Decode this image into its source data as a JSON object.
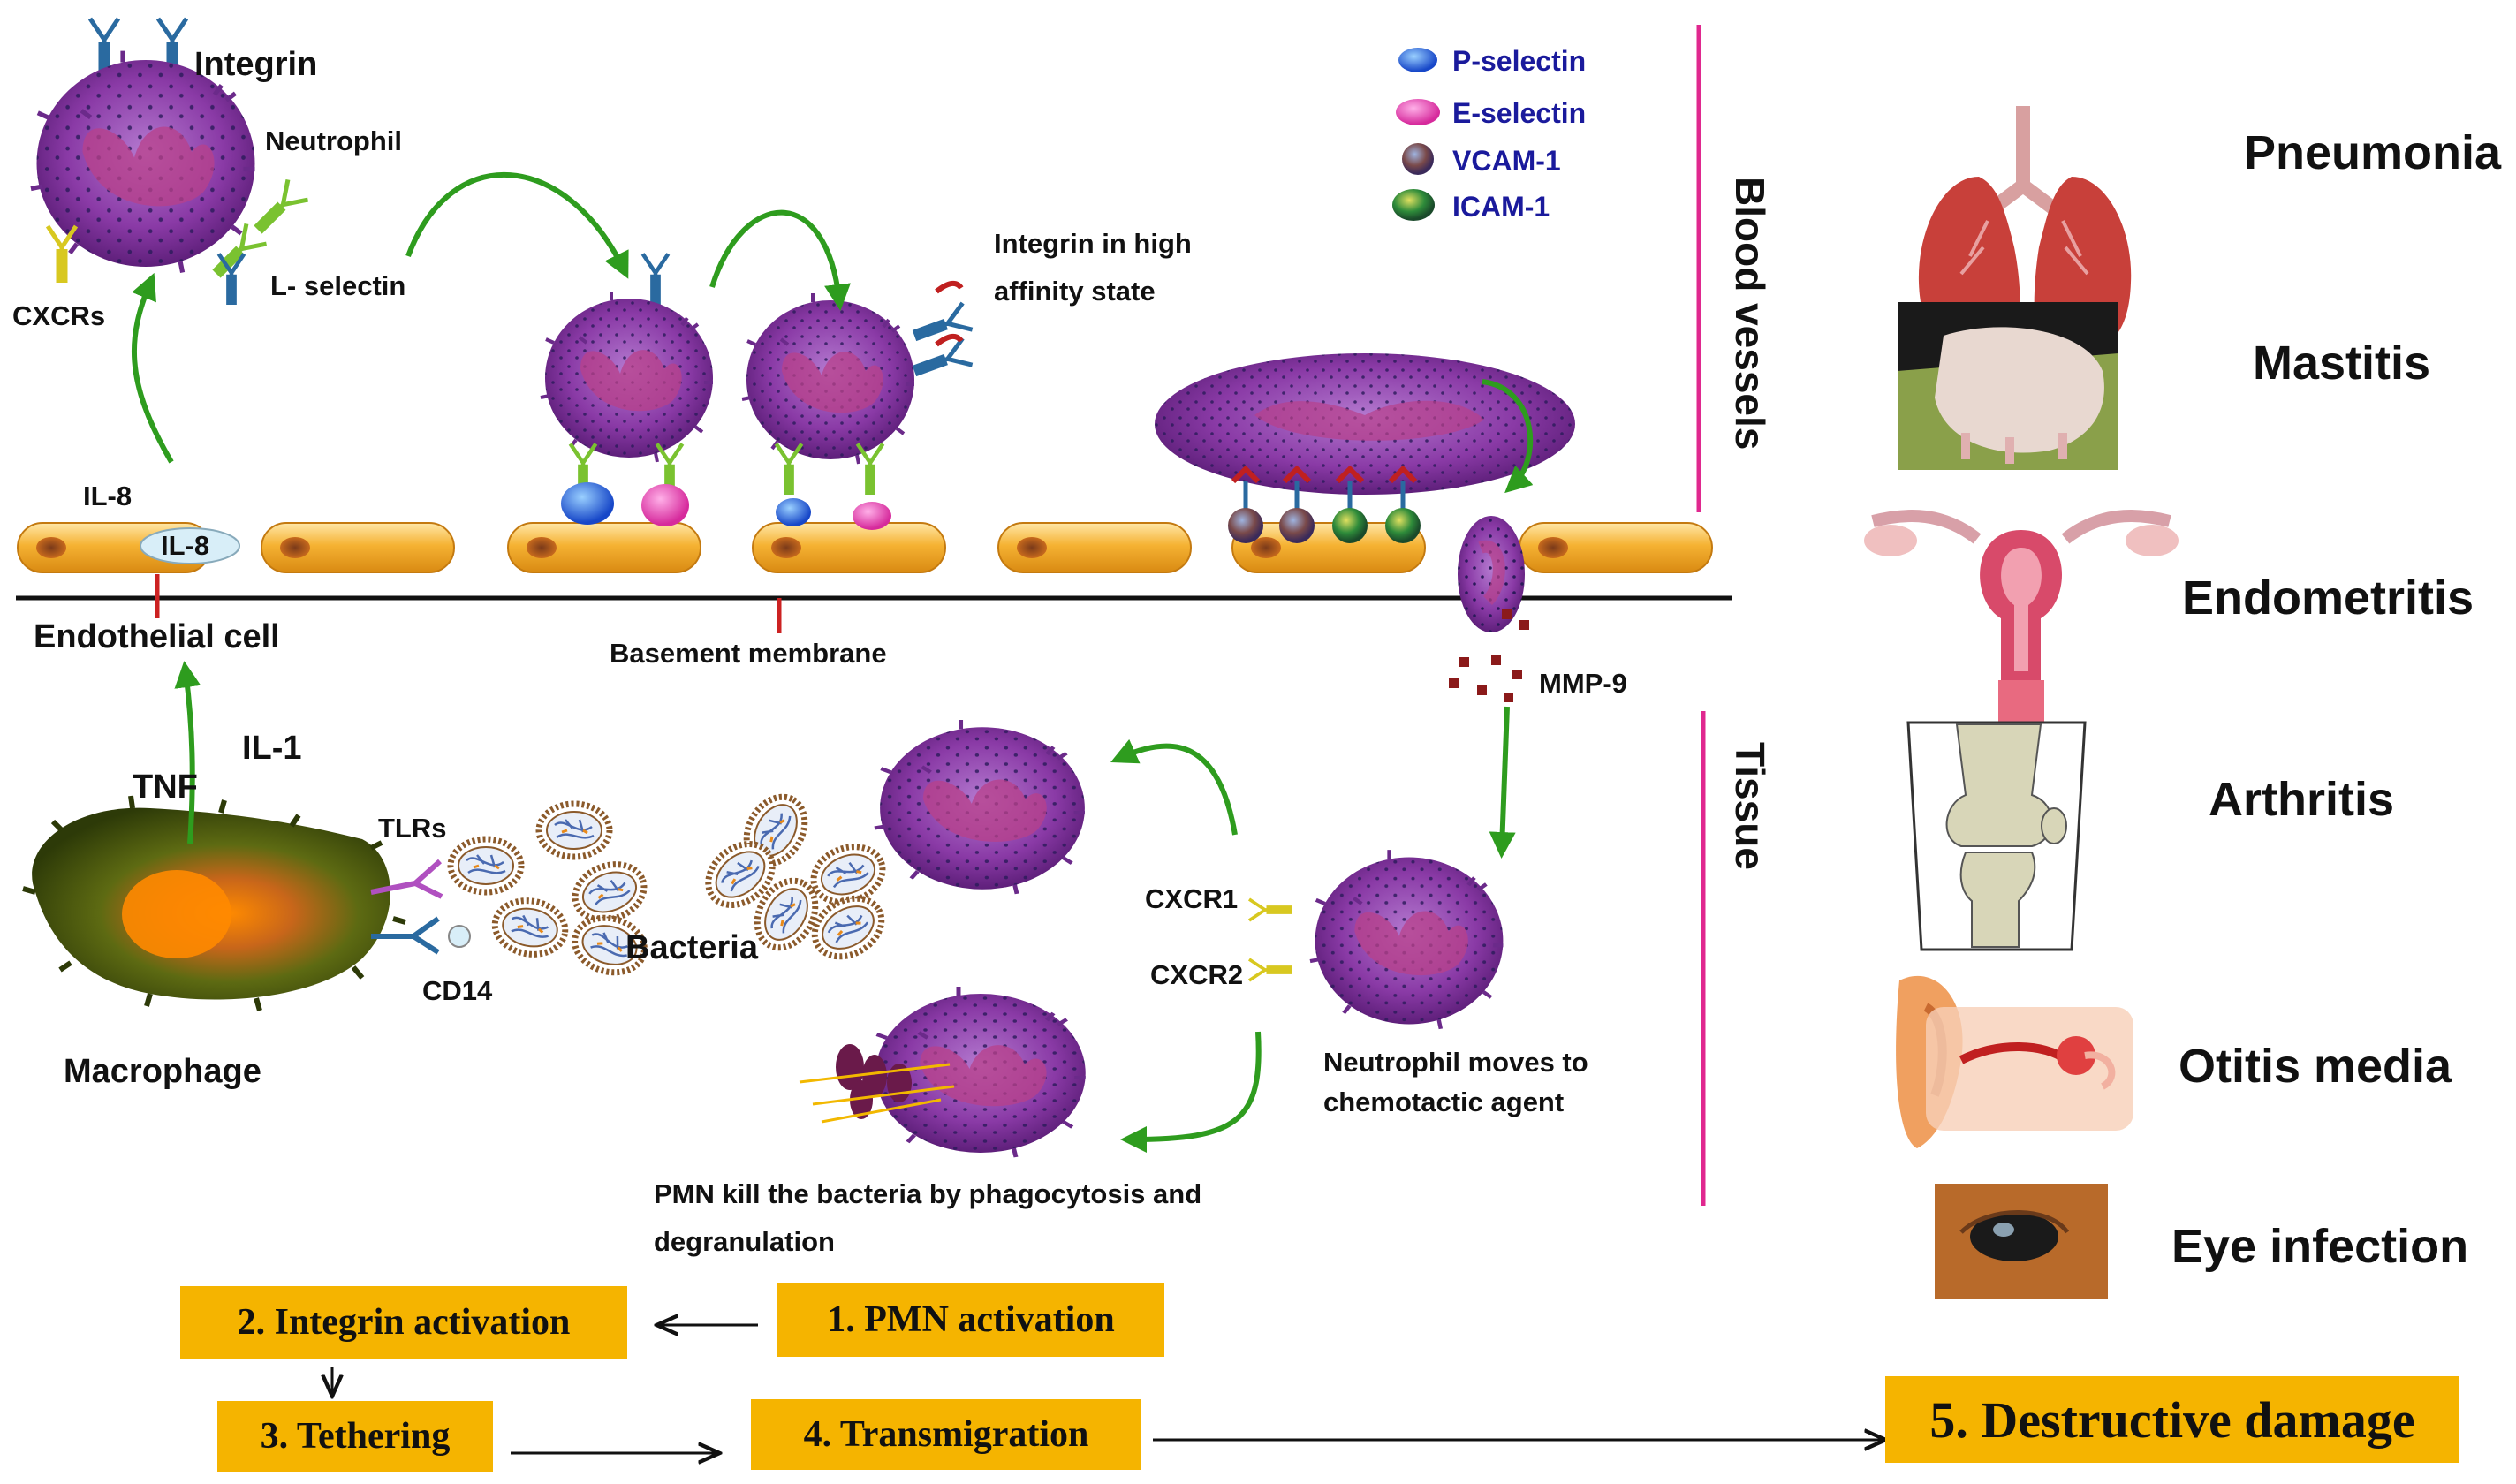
{
  "colors": {
    "neutrophil": "#8a3aa6",
    "endothelial": "#f2a623",
    "step_box": "#f5b400",
    "arrow": "#2e9c1e",
    "divider": "#e0288f",
    "legend_text": "#1a1a9c"
  },
  "labels": {
    "integrin": "Integrin",
    "neutrophil": "Neutrophil",
    "cxcrs": "CXCRs",
    "l_selectin": "L- selectin",
    "il8_top": "IL-8",
    "il8_cell": "IL-8",
    "endothelial_cell": "Endothelial cell",
    "basement_membrane": "Basement membrane",
    "integrin_high_affinity_1": "Integrin in high",
    "integrin_high_affinity_2": "affinity state",
    "mmp9": "MMP-9",
    "tnf": "TNF",
    "il1": "IL-1",
    "tlrs": "TLRs",
    "cd14": "CD14",
    "macrophage": "Macrophage",
    "bacteria": "Bacteria",
    "cxcr1": "CXCR1",
    "cxcr2": "CXCR2",
    "moves_1": "Neutrophil moves to",
    "moves_2": "chemotactic agent",
    "pmn_kill_1": "PMN kill the bacteria by phagocytosis and",
    "pmn_kill_2": "degranulation",
    "blood_vessels": "Blood vessels",
    "tissue": "Tissue"
  },
  "legend": [
    {
      "label": "P-selectin",
      "icon": "p-selectin-icon",
      "color": "#2a7de1"
    },
    {
      "label": "E-selectin",
      "icon": "e-selectin-icon",
      "color": "#e040a8"
    },
    {
      "label": "VCAM-1",
      "icon": "vcam1-icon",
      "color": "#6b4a5c"
    },
    {
      "label": "ICAM-1",
      "icon": "icam1-icon",
      "color": "#2e8b3a"
    }
  ],
  "diseases": [
    {
      "label": "Pneumonia",
      "icon": "lungs-icon"
    },
    {
      "label": "Mastitis",
      "icon": "udder-icon"
    },
    {
      "label": "Endometritis",
      "icon": "uterus-icon"
    },
    {
      "label": "Arthritis",
      "icon": "knee-joint-icon"
    },
    {
      "label": "Otitis media",
      "icon": "ear-icon"
    },
    {
      "label": "Eye infection",
      "icon": "eye-icon"
    }
  ],
  "steps": {
    "s1": "1. PMN activation",
    "s2": "2. Integrin  activation",
    "s3": "3. Tethering",
    "s4": "4. Transmigration",
    "s5": "5. Destructive damage"
  }
}
